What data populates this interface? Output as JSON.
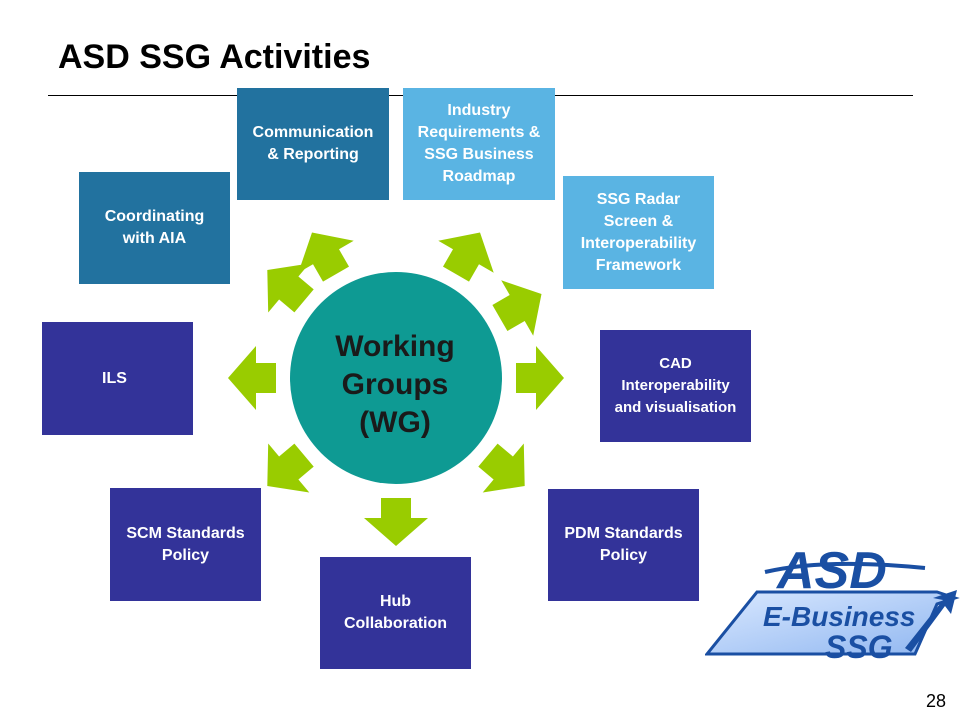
{
  "slide": {
    "title": "ASD SSG Activities",
    "page_number": "28"
  },
  "center": {
    "label": "Working\nGroups\n(WG)",
    "color": "#0e9a93"
  },
  "activities": [
    {
      "label": "Communication\n& Reporting",
      "color": "#22729f"
    },
    {
      "label": "Industry\nRequirements &\nSSG Business\nRoadmap",
      "color": "#5ab4e3"
    },
    {
      "label": "SSG Radar\nScreen &\nInteroperability\nFramework",
      "color": "#5ab4e3"
    },
    {
      "label": "CAD\nInteroperability\nand visualisation",
      "color": "#333399"
    },
    {
      "label": "PDM Standards\nPolicy",
      "color": "#333399"
    },
    {
      "label": "Hub\nCollaboration",
      "color": "#333399"
    },
    {
      "label": "SCM Standards\nPolicy",
      "color": "#333399"
    },
    {
      "label": "ILS",
      "color": "#333399"
    },
    {
      "label": "Coordinating\nwith AIA",
      "color": "#22729f"
    }
  ],
  "arrow_color": "#99cc00",
  "logo": {
    "top_text": "ASD",
    "line1": "E-Business",
    "line2": "SSG"
  }
}
